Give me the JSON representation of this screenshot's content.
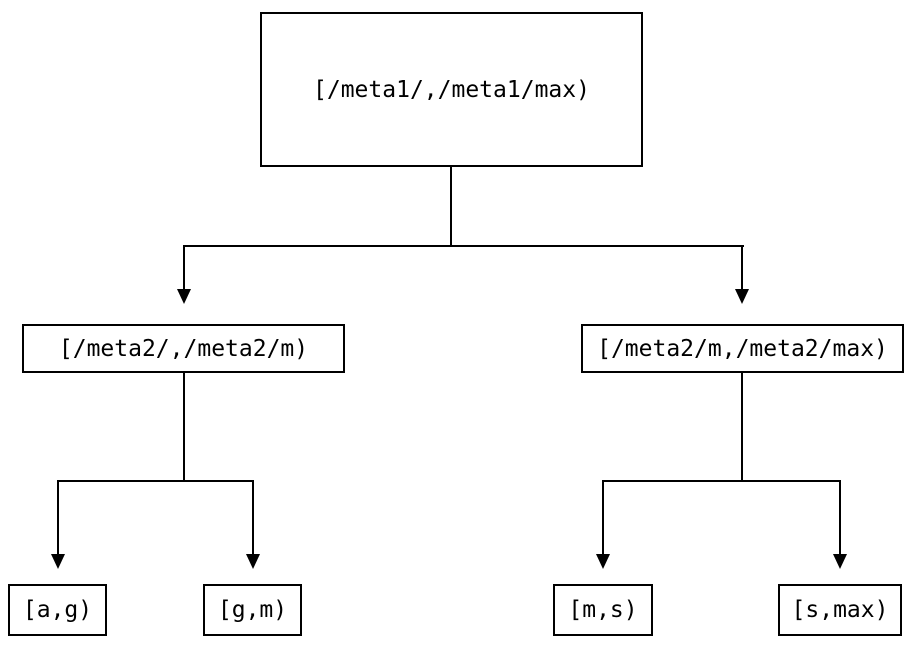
{
  "diagram": {
    "type": "binary-tree",
    "colors": {
      "background": "#ffffff",
      "box_border": "#000000",
      "line": "#000000",
      "text": "#000000"
    },
    "tree": {
      "root": {
        "label": "[/meta1/,/meta1/max)"
      },
      "children": [
        {
          "label": "[/meta2/,/meta2/m)",
          "children": [
            {
              "label": "[a,g)"
            },
            {
              "label": "[g,m)"
            }
          ]
        },
        {
          "label": "[/meta2/m,/meta2/max)",
          "children": [
            {
              "label": "[m,s)"
            },
            {
              "label": "[s,max)"
            }
          ]
        }
      ]
    }
  }
}
